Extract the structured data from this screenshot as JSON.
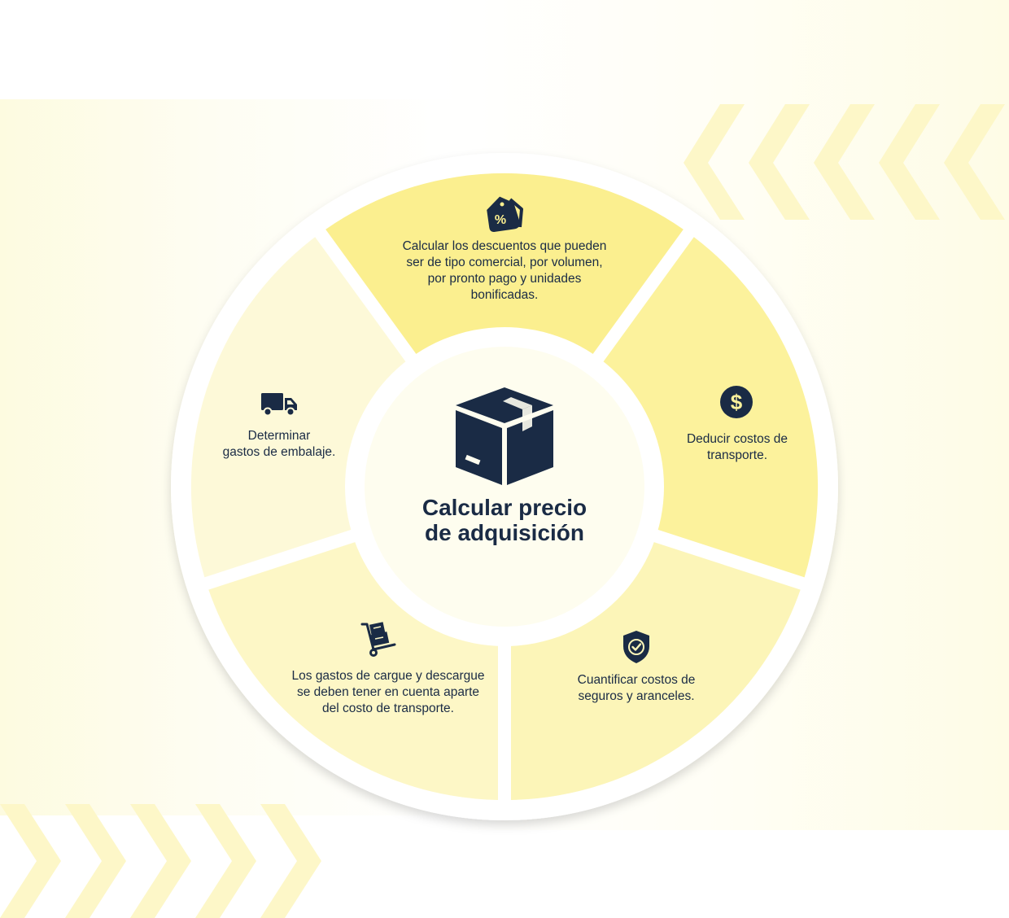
{
  "title": "Calcular precio\nde adquisición",
  "segments": [
    {
      "id": "descuentos",
      "icon": "discount-tag-icon",
      "text": "Calcular los descuentos que pueden\nser de tipo comercial, por volumen,\npor pronto pago y unidades\nbonificadas.",
      "color": "#fbef8f"
    },
    {
      "id": "transporte",
      "icon": "dollar-icon",
      "text": "Deducir costos de\ntransporte.",
      "color": "#fcf29c"
    },
    {
      "id": "seguros",
      "icon": "shield-check-icon",
      "text": "Cuantificar costos de\nseguros y aranceles.",
      "color": "#fcf5b8"
    },
    {
      "id": "cargue",
      "icon": "hand-truck-icon",
      "text": "Los gastos de cargue y descargue\nse deben tener en cuenta aparte\ndel costo de transporte.",
      "color": "#fdf7c6"
    },
    {
      "id": "embalaje",
      "icon": "truck-icon",
      "text": "Determinar\ngastos de embalaje.",
      "color": "#fdf9d8"
    }
  ],
  "colors": {
    "navy": "#1a2b45",
    "ring": "#ffffff",
    "center": "#fefdef"
  }
}
